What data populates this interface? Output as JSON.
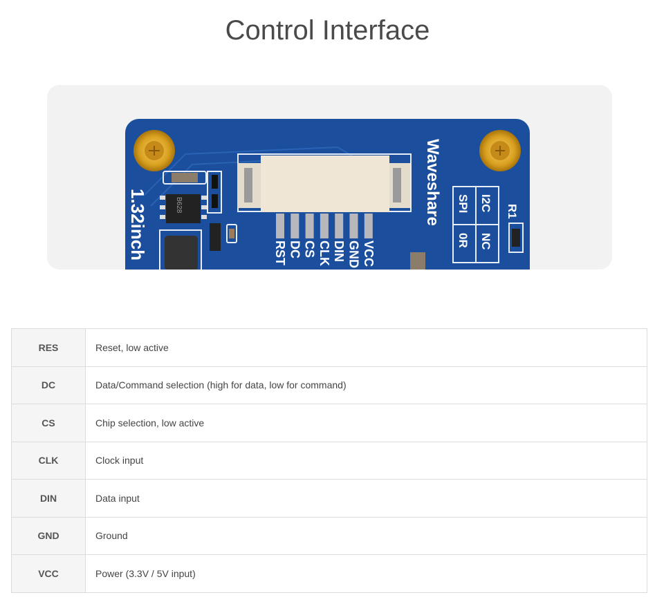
{
  "title": "Control Interface",
  "board": {
    "brand": "Waveshare",
    "model": "1.32inch",
    "chip": "B628",
    "pin_labels": [
      "RST",
      "DC",
      "CS",
      "CLK",
      "DIN",
      "GND",
      "VCC"
    ],
    "jumper": {
      "col1_top": "SPI",
      "col2_top": "I2C",
      "col1_bottom": "0R",
      "col2_bottom": "NC",
      "resistor": "R1"
    },
    "colors": {
      "pcb": "#1b4f9e",
      "gold": "#d9a520",
      "connector": "#efe6d6"
    }
  },
  "table": {
    "rows": [
      {
        "pin": "RES",
        "desc": "Reset, low active"
      },
      {
        "pin": "DC",
        "desc": "Data/Command selection (high for data, low for command)"
      },
      {
        "pin": "CS",
        "desc": "Chip selection, low active"
      },
      {
        "pin": "CLK",
        "desc": "Clock input"
      },
      {
        "pin": "DIN",
        "desc": "Data input"
      },
      {
        "pin": "GND",
        "desc": "Ground"
      },
      {
        "pin": "VCC",
        "desc": "Power (3.3V / 5V input)"
      }
    ]
  }
}
